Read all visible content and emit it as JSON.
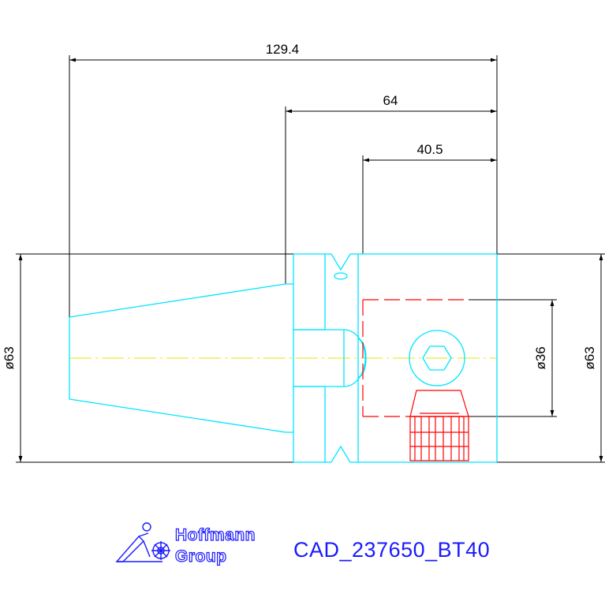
{
  "dimensions": {
    "overall_length": "129.4",
    "taper_to_end": "64",
    "bore_depth": "40.5",
    "outer_diameter_left": "ø63",
    "bore_diameter": "ø36",
    "outer_diameter_right": "ø63"
  },
  "title_block": {
    "drawing_id": "CAD_237650_BT40",
    "logo_line1": "Hoffmann",
    "logo_line2": "Group"
  },
  "colors": {
    "outline": "#00e5ff",
    "dimension": "#000000",
    "hidden_bore": "#ff0000",
    "centerline": "#e6e600",
    "title": "#1a1aff"
  }
}
